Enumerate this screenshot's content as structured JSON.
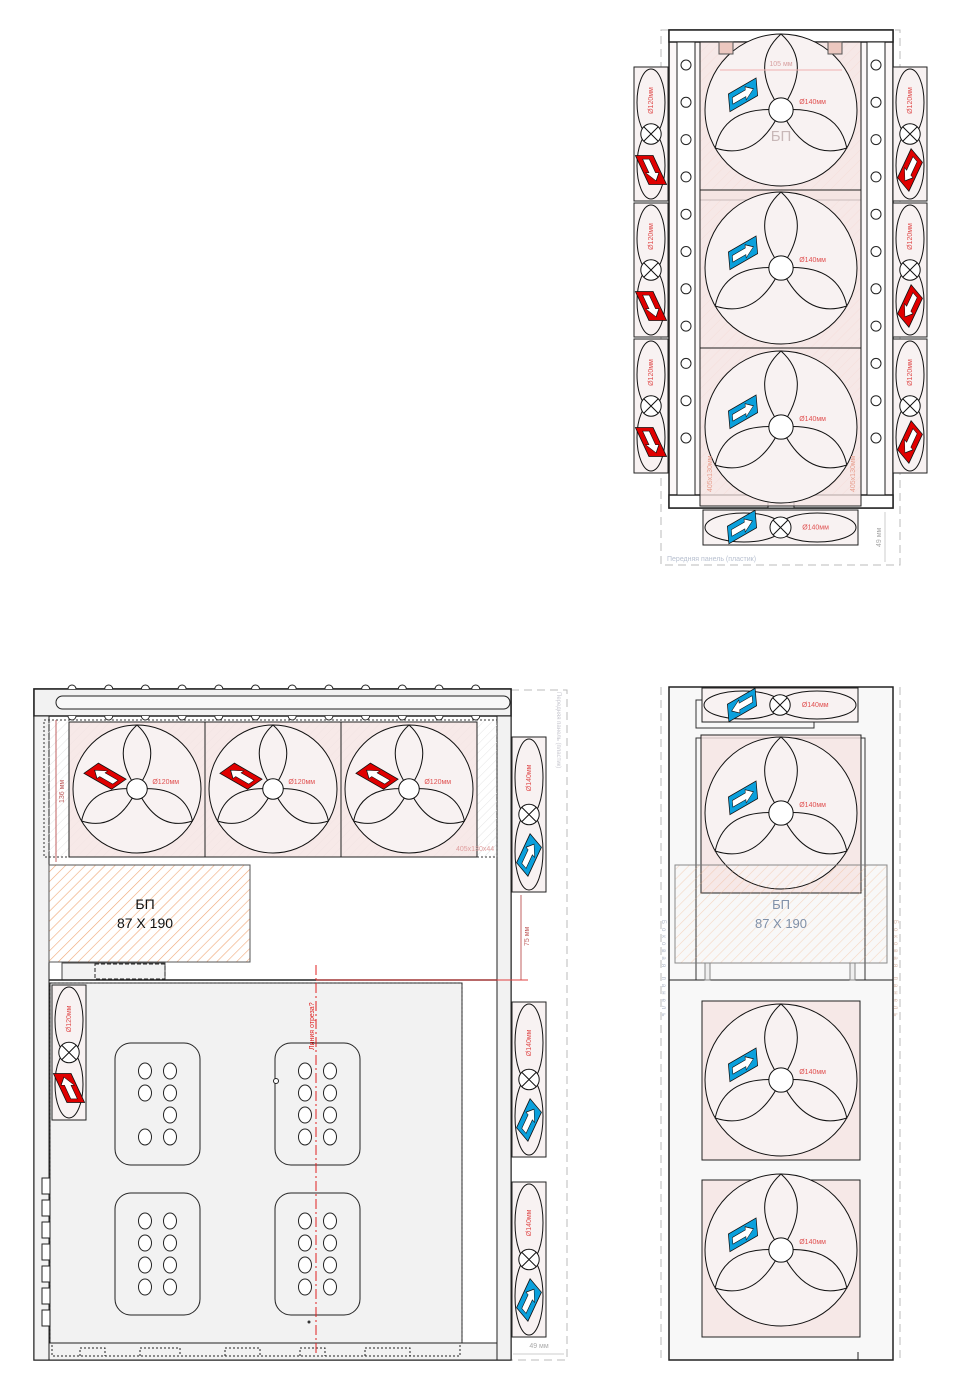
{
  "labels": {
    "fan140": "Ø140мм",
    "fan120": "Ø120мм",
    "psu_short": "БП",
    "psu_title": "БП",
    "psu_size": "87 X 190",
    "front_panel": "Передняя панель (пластик)",
    "side_panel": "Боковая панель",
    "dim_105": "105 мм",
    "dim_49": "49 мм",
    "dim_136": "136 мм",
    "dim_75": "75 мм",
    "radiator_405x130": "405x130мм",
    "radiator_405x130x44": "405x130x44",
    "cut_line": "Линия отреза?"
  },
  "colors": {
    "exhaust_arrow": "#e00000",
    "intake_arrow": "#0aa0dc",
    "fan_fill": "#f8f2f2",
    "radiator_fill": "#f5e4e2",
    "psu_hatch": "#f0a878",
    "label_red": "#e05050",
    "dim_gray": "#b0b0b0"
  }
}
